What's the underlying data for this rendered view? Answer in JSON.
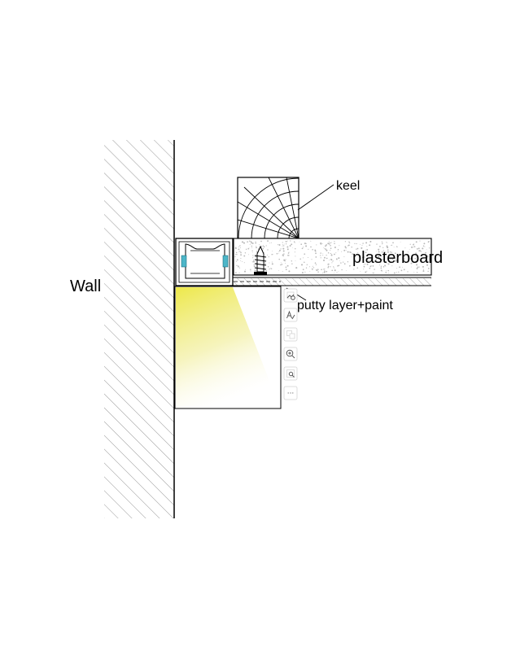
{
  "labels": {
    "wall": "Wall",
    "keel": "keel",
    "plasterboard": "plasterboard",
    "putty": "putty layer+paint"
  },
  "toolbar": {
    "items": [
      {
        "name": "image-search-icon",
        "tooltip": "Visual search"
      },
      {
        "name": "translate-icon",
        "tooltip": "Translate"
      },
      {
        "name": "copy-shapes-icon",
        "tooltip": "Copy"
      },
      {
        "name": "zoom-in-icon",
        "tooltip": "Zoom in"
      },
      {
        "name": "scan-icon",
        "tooltip": "Scan"
      },
      {
        "name": "more-icon",
        "glyph": "···",
        "tooltip": "More"
      }
    ]
  },
  "colors": {
    "light": "#ede84a",
    "line": "#000000",
    "hatch": "#9a9a9a",
    "clip": "#4db6c8",
    "speckle": "#b8b8b8"
  }
}
